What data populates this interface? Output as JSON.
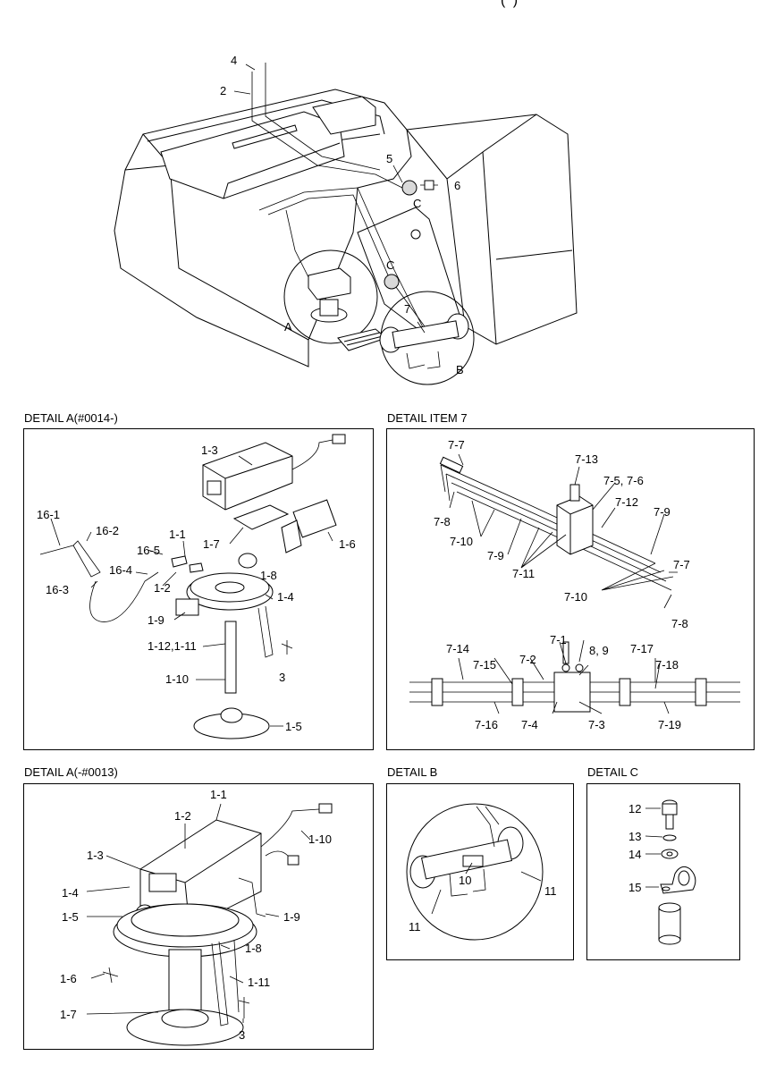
{
  "top_header": "(          )",
  "main": {
    "callouts": [
      "4",
      "2",
      "5",
      "6",
      "C",
      "C",
      "7",
      "A",
      "B"
    ]
  },
  "panels": {
    "detail_a_new": {
      "title": "DETAIL A(#0014-)",
      "callouts": [
        "1-3",
        "16-1",
        "16-2",
        "1-1",
        "16-5",
        "1-7",
        "1-6",
        "16-4",
        "1-2",
        "1-8",
        "16-3",
        "1-4",
        "1-9",
        "1-12,1-11",
        "3",
        "1-10",
        "1-5"
      ]
    },
    "detail_item7": {
      "title": "DETAIL ITEM 7",
      "callouts": [
        "7-7",
        "7-13",
        "7-5, 7-6",
        "7-12",
        "7-9",
        "7-8",
        "7-10",
        "7-9",
        "7-11",
        "7-7",
        "7-10",
        "7-8",
        "7-1",
        "8, 9",
        "7-14",
        "7-17",
        "7-2",
        "7-15",
        "7-18",
        "7-16",
        "7-4",
        "7-3",
        "7-19"
      ]
    },
    "detail_a_old": {
      "title": "DETAIL A(-#0013)",
      "callouts": [
        "1-1",
        "1-2",
        "1-10",
        "1-3",
        "1-4",
        "1-5",
        "1-9",
        "1-8",
        "1-6",
        "1-11",
        "1-7",
        "3"
      ]
    },
    "detail_b": {
      "title": "DETAIL B",
      "callouts": [
        "10",
        "11",
        "11"
      ]
    },
    "detail_c": {
      "title": "DETAIL C",
      "callouts": [
        "12",
        "13",
        "14",
        "15"
      ]
    }
  }
}
